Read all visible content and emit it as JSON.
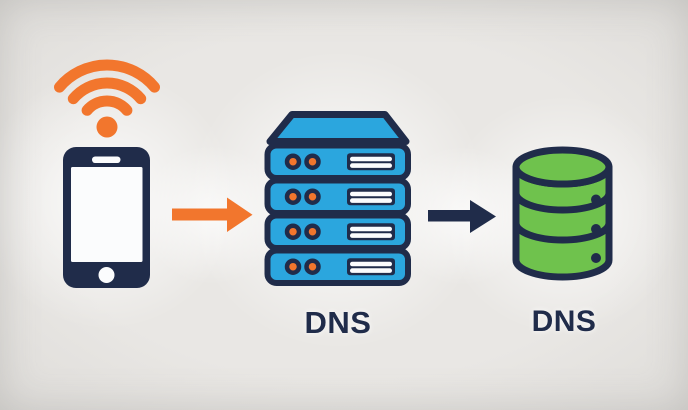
{
  "diagram": {
    "client": {
      "wifi_icon": "wifi-icon",
      "device_icon": "smartphone-icon"
    },
    "arrow_client_to_server": "arrow-right-orange",
    "server": {
      "icon": "server-stack-icon",
      "rack_units": 4,
      "label": "DNS"
    },
    "arrow_server_to_database": "arrow-right-navy",
    "database": {
      "icon": "database-icon",
      "sections": 3,
      "label": "DNS"
    }
  },
  "colors": {
    "background": "#e9e7e4",
    "orange": "#f2762d",
    "navy": "#202c4a",
    "blue": "#2ba6de",
    "green": "#6fc24d",
    "white": "#fbfcfd"
  }
}
